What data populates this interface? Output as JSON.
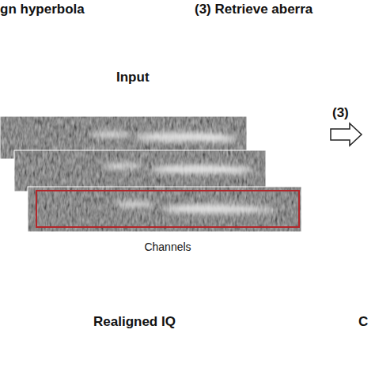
{
  "diagram": {
    "nodes": [
      {
        "text": [
          "Channels"
        ]
      }
    ],
    "labels": [
      "gn hyperbola",
      "(3) Retrieve aberra",
      "Input",
      "(3)",
      "Realigned IQ",
      "C"
    ]
  }
}
